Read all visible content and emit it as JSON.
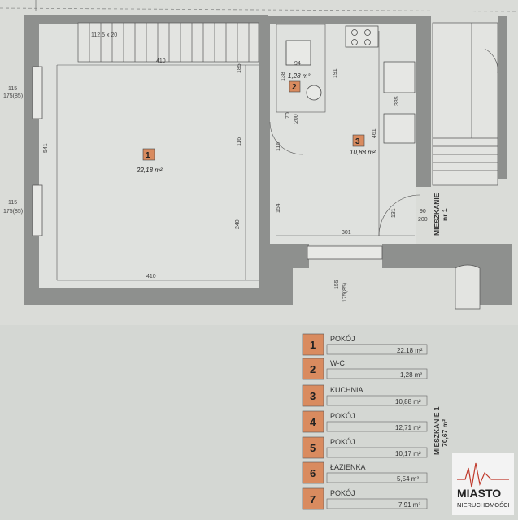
{
  "rooms": [
    {
      "num": "1",
      "name": "POKÓJ",
      "area": "22,18 m²",
      "plan_area": "22,18 m²"
    },
    {
      "num": "2",
      "name": "W-C",
      "area": "1,28 m²",
      "plan_area": "1,28 m²"
    },
    {
      "num": "3",
      "name": "KUCHNIA",
      "area": "10,88 m²",
      "plan_area": "10,88 m²"
    },
    {
      "num": "4",
      "name": "POKÓJ",
      "area": "12,71 m²"
    },
    {
      "num": "5",
      "name": "POKÓJ",
      "area": "10,17 m²"
    },
    {
      "num": "6",
      "name": "ŁAZIENKA",
      "area": "5,54 m²"
    },
    {
      "num": "7",
      "name": "POKÓJ",
      "area": "7,91 m²"
    }
  ],
  "apartment": {
    "label": "MIESZKANIE 1",
    "area": "70,67 m²"
  },
  "stair_label": {
    "line1": "MIESZKANIE",
    "line2": "nr 1"
  },
  "dims": {
    "top_410": "410",
    "bottom_410": "410",
    "left_541": "541",
    "mid_240": "240",
    "mid_116": "116",
    "right_185": "185",
    "w115a": "115",
    "w175a": "175(85)",
    "w115b": "115",
    "w175b": "175(85)",
    "wc_94": "94",
    "wc_138": "138",
    "wc_70": "70",
    "wc_200": "200",
    "wc_116": "116",
    "wc_154": "154",
    "k_191": "191",
    "k_461": "461",
    "k_335": "335",
    "k_301": "301",
    "k_131": "131",
    "k_90": "90",
    "k_200": "200",
    "bot_155": "155",
    "bot_175": "175(85)",
    "stair_top": "112,5 x 20"
  },
  "logo": {
    "brand": "MIASTO",
    "sub": "NIERUCHOMOŚCI"
  },
  "colors": {
    "wall": "#8f918f",
    "paper": "#dcdedb",
    "badge": "#d98b5f"
  }
}
